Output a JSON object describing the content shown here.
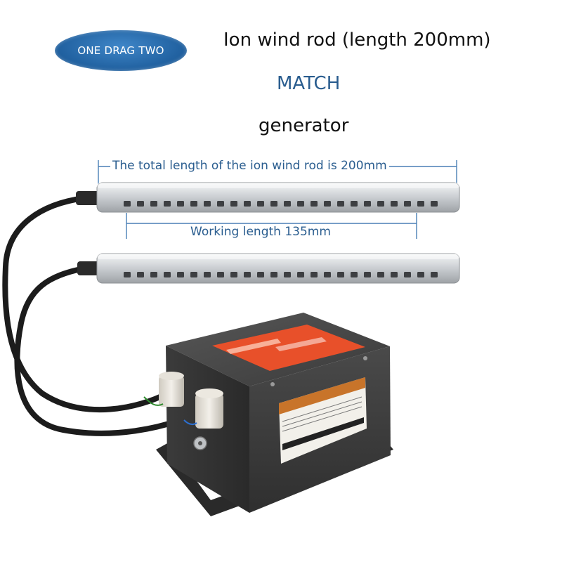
{
  "badge": {
    "label": "ONE DRAG TWO"
  },
  "header": {
    "title": "Ion wind rod (length 200mm)",
    "match": "MATCH",
    "generator": "generator"
  },
  "dimensions": {
    "total_length_label": "The total length of the ion wind rod is 200mm",
    "working_length_label": "Working length 135mm"
  },
  "colors": {
    "accent": "#2a5d8f",
    "badge": "#1f5f9e",
    "rod": "#c9ccd0",
    "box": "#3a3a3a",
    "warning_label": "#e8502a"
  }
}
